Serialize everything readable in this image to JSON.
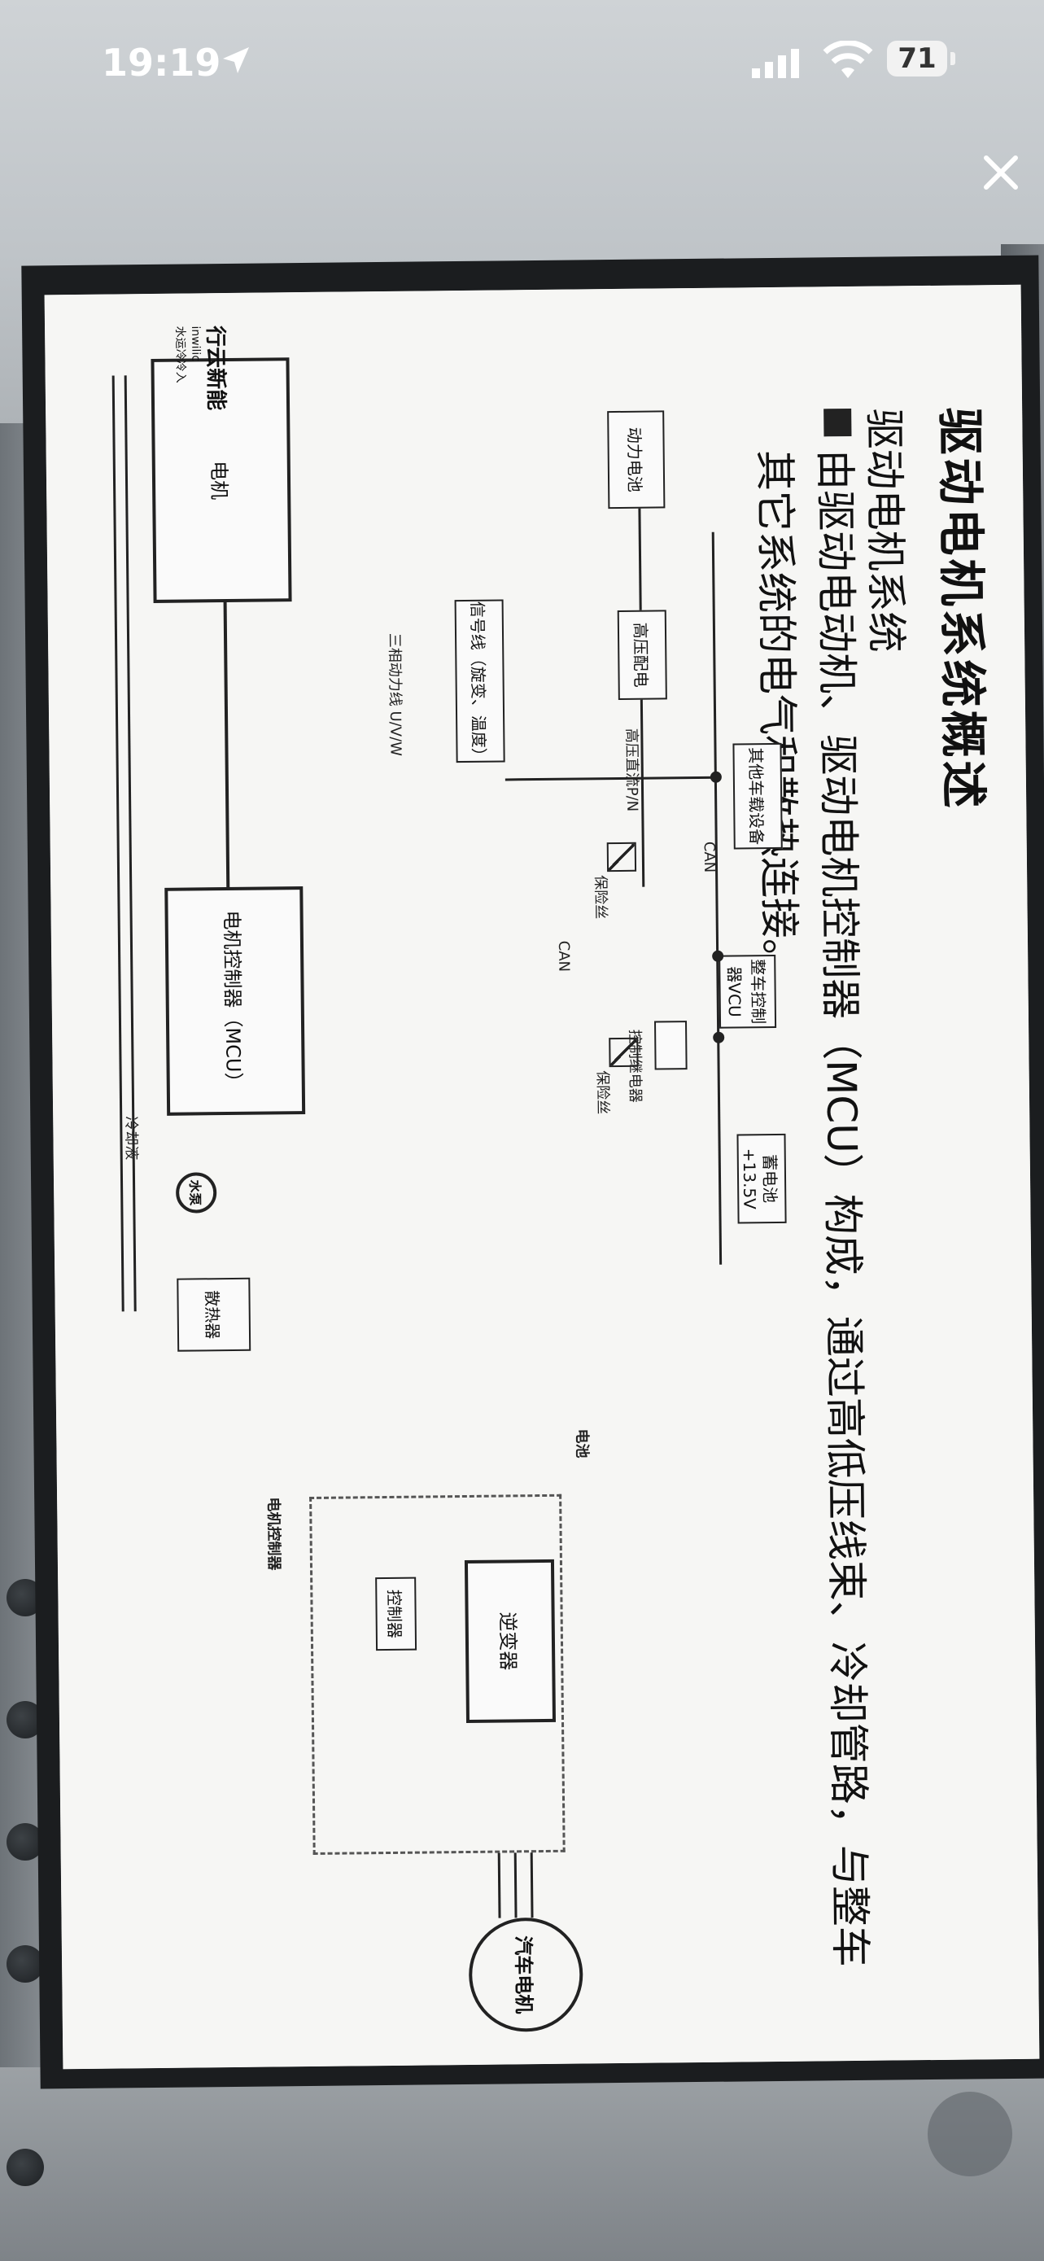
{
  "status_bar": {
    "time": "19:19",
    "battery": "71"
  },
  "slide": {
    "title": "驱动电机系统概述",
    "subtitle": "驱动电机系统",
    "bullet": "由驱动电动机、驱动电机控制器（MCU）构成，通过高低压线束、冷却管路，与整车其它系统的电气和散热连接。",
    "diagram": {
      "motor": "电机",
      "mcu": "电机控制器（MCU）",
      "power_battery": "动力电池",
      "hv_distribution": "高压配电",
      "other_devices": "其他车载设备",
      "vcu": "整车控制器VCU",
      "low_voltage_battery": "蓄电池 +13.5V",
      "relay": "控制继电器",
      "radiator": "散热器",
      "pump": "水泵",
      "signal_line": "信号线（旋变、温度）",
      "three_phase": "三相动力线 U/V/W",
      "hv_dc": "高压直流P/N",
      "can1": "CAN",
      "can2": "CAN",
      "fuse1": "保险丝",
      "fuse2": "保险丝",
      "coolant": "冷却液",
      "battery_label": "电池",
      "inverter": "逆变器",
      "controller": "控制器",
      "motor_controller": "电机控制器",
      "vehicle_motor": "汽车电机",
      "logo_text": "行云新能",
      "logo_sub": "inwilic",
      "logo_sub2": "水运冷冷入"
    }
  }
}
